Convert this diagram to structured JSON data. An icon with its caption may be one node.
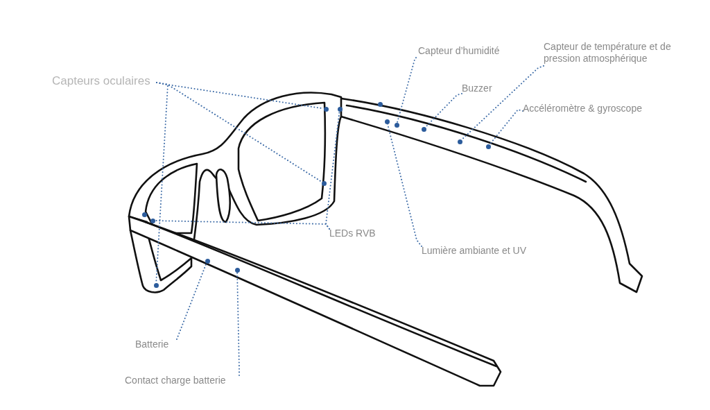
{
  "diagram": {
    "nodes": [
      {
        "text": [
          "Capteurs oculaires"
        ]
      },
      {
        "text": [
          "Capteur d’humidité"
        ]
      },
      {
        "text": [
          "Capteur de température et de pression atmosphérique"
        ]
      },
      {
        "text": [
          "Buzzer"
        ]
      },
      {
        "text": [
          "Accéléromètre & gyroscope"
        ]
      },
      {
        "text": [
          "LEDs RVB"
        ]
      },
      {
        "text": [
          "Lumière ambiante et UV"
        ]
      },
      {
        "text": [
          "Batterie"
        ]
      },
      {
        "text": [
          "Contact charge batterie"
        ]
      },
      {
        "text": [],
        "shape": "circle"
      },
      {
        "text": [],
        "shape": "circle"
      },
      {
        "text": [],
        "shape": "circle"
      },
      {
        "text": [],
        "shape": "circle"
      },
      {
        "text": [],
        "shape": "circle"
      },
      {
        "text": [],
        "shape": "circle"
      },
      {
        "text": [],
        "shape": "circle"
      },
      {
        "text": [],
        "shape": "circle"
      },
      {
        "text": [],
        "shape": "circle"
      },
      {
        "text": [],
        "shape": "circle"
      },
      {
        "text": [],
        "shape": "circle"
      },
      {
        "text": [],
        "shape": "circle"
      },
      {
        "text": [],
        "shape": "circle"
      },
      {
        "text": [],
        "shape": "circle"
      }
    ],
    "edges": [
      {
        "from": 0,
        "to": 9,
        "arrow": "none",
        "style": "dashed"
      },
      {
        "from": 0,
        "to": 17,
        "arrow": "none",
        "style": "dashed"
      },
      {
        "from": 0,
        "to": 20,
        "arrow": "none",
        "style": "dashed"
      },
      {
        "from": 1,
        "to": 13,
        "arrow": "none",
        "style": "dashed"
      },
      {
        "from": 2,
        "to": 15,
        "arrow": "none",
        "style": "dashed"
      },
      {
        "from": 3,
        "to": 14,
        "arrow": "none",
        "style": "dashed"
      },
      {
        "from": 4,
        "to": 16,
        "arrow": "none",
        "style": "dashed"
      },
      {
        "from": 5,
        "to": 10,
        "arrow": "none",
        "style": "dashed"
      },
      {
        "from": 5,
        "to": 19,
        "arrow": "none",
        "style": "dashed"
      },
      {
        "from": 6,
        "to": 12,
        "arrow": "none",
        "style": "dashed"
      },
      {
        "from": 7,
        "to": 21,
        "arrow": "none",
        "style": "dashed"
      },
      {
        "from": 8,
        "to": 22,
        "arrow": "none",
        "style": "dashed"
      }
    ]
  }
}
